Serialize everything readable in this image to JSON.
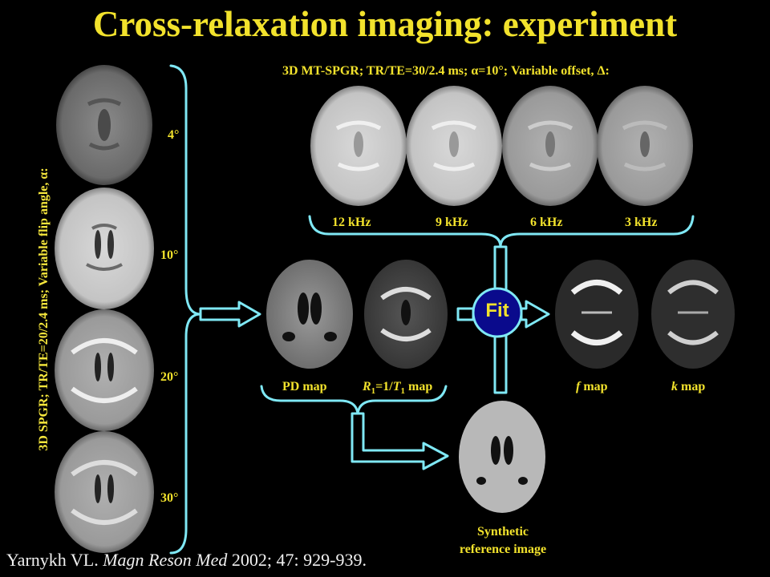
{
  "title": "Cross-relaxation imaging: experiment",
  "left_axis_label": "3D SPGR; TR/TE=20/2.4 ms; Variable flip angle, α:",
  "top_protocol_label": "3D MT-SPGR; TR/TE=30/2.4 ms; α=10°; Variable offset, Δ:",
  "flip_angles": [
    "4°",
    "10°",
    "20°",
    "30°"
  ],
  "offsets": [
    "12 kHz",
    "9 kHz",
    "6 kHz",
    "3 kHz"
  ],
  "maps": {
    "pd": "PD map",
    "r1": "R1=1/T1 map",
    "f": "f map",
    "k": "k map"
  },
  "fit_label": "Fit",
  "synthetic_label": [
    "Synthetic",
    "reference image"
  ],
  "citation": {
    "author": "Yarnykh VL.",
    "journal": "Magn Reson Med",
    "details": "2002; 47: 929-939."
  },
  "colors": {
    "background": "#000000",
    "title": "#f2e22c",
    "arrow_outline": "#7fe8f5",
    "fit_circle": "#0a0a8c"
  }
}
